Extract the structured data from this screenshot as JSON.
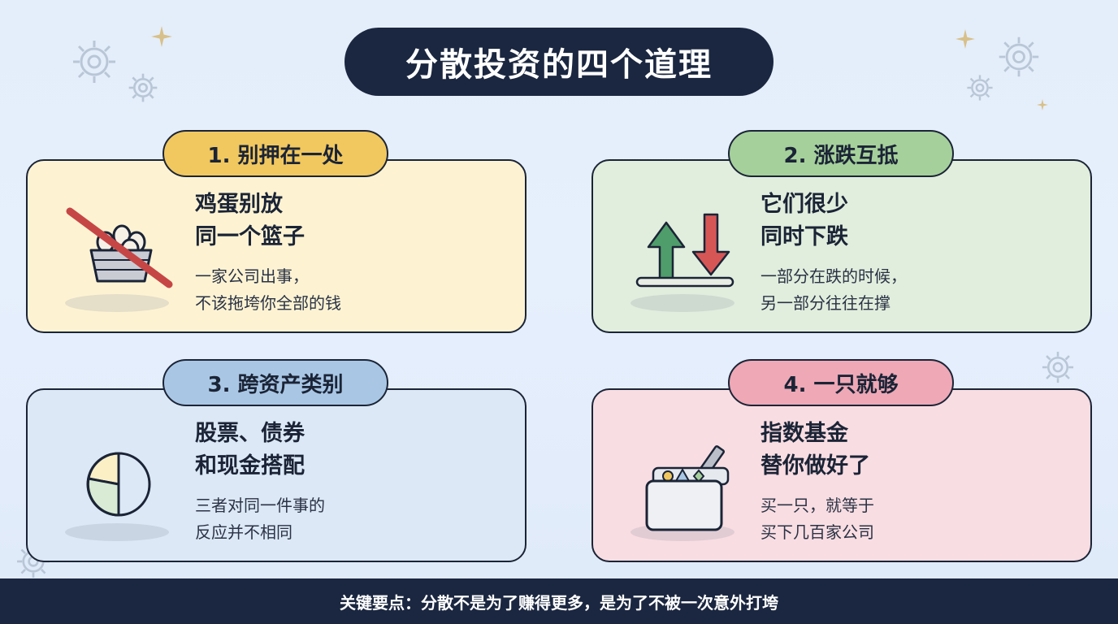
{
  "title": "分散投资的四个道理",
  "cards": [
    {
      "tag": "1. 别押在一处",
      "heading_line1": "鸡蛋别放",
      "heading_line2": "同一个篮子",
      "sub_line1": "一家公司出事，",
      "sub_line2": "不该拖垮你全部的钱",
      "icon": "crossed-out-egg-basket-icon",
      "color": "#fdf3d3",
      "tag_color": "#f1c85f"
    },
    {
      "tag": "2. 涨跌互抵",
      "heading_line1": "它们很少",
      "heading_line2": "同时下跌",
      "sub_line1": "一部分在跌的时候，",
      "sub_line2": "另一部分往往在撑",
      "icon": "up-down-arrows-icon",
      "color": "#e1eedd",
      "tag_color": "#a6d09b"
    },
    {
      "tag": "3. 跨资产类别",
      "heading_line1": "股票、债券",
      "heading_line2": "和现金搭配",
      "sub_line1": "三者对同一件事的",
      "sub_line2": "反应并不相同",
      "icon": "pie-chart-icon",
      "color": "#dce8f5",
      "tag_color": "#a9c7e5"
    },
    {
      "tag": "4. 一只就够",
      "heading_line1": "指数基金",
      "heading_line2": "替你做好了",
      "sub_line1": "买一只，就等于",
      "sub_line2": "买下几百家公司",
      "icon": "fund-box-icon",
      "color": "#f8dde2",
      "tag_color": "#eea8b6"
    }
  ],
  "bottom_note": "关键要点：分散不是为了赚得更多，是为了不被一次意外打垮"
}
